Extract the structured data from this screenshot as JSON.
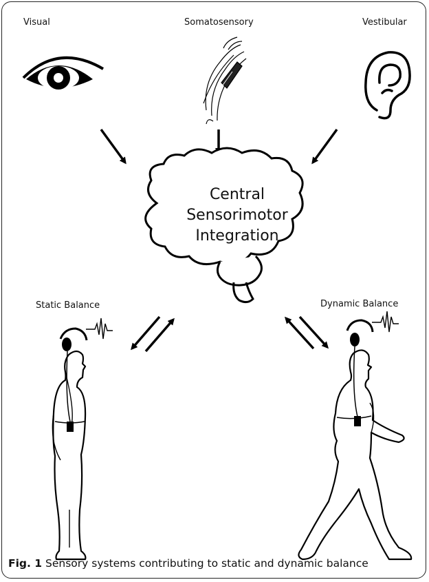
{
  "labels": {
    "visual": "Visual",
    "somatosensory": "Somatosensory",
    "vestibular": "Vestibular",
    "static_balance": "Static Balance",
    "dynamic_balance": "Dynamic Balance"
  },
  "center": {
    "line1": "Central",
    "line2": "Sensorimotor",
    "line3": "Integration"
  },
  "caption": {
    "figure_label": "Fig. 1",
    "text": "Sensory systems contributing to static and dynamic balance"
  },
  "icons": [
    "eye-icon",
    "skin-icon",
    "ear-icon",
    "brain-icon",
    "standing-person-icon",
    "walking-person-icon",
    "signal-wave-icon"
  ]
}
